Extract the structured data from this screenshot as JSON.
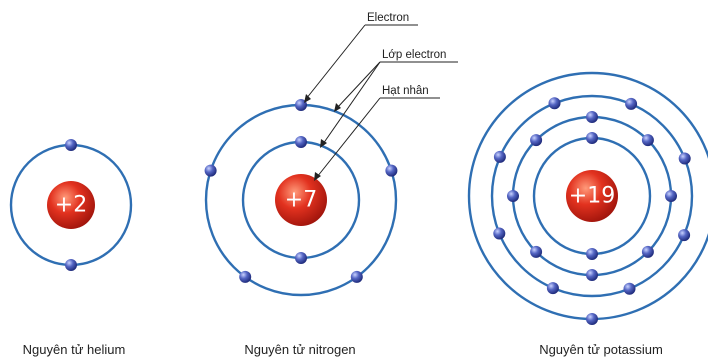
{
  "atoms": [
    {
      "charge": "+2",
      "caption": "Nguyên tử helium",
      "electrons_per_shell": [
        2
      ]
    },
    {
      "charge": "+7",
      "caption": "Nguyên tử nitrogen",
      "electrons_per_shell": [
        2,
        5
      ]
    },
    {
      "charge": "+19",
      "caption": "Nguyên tử potassium",
      "electrons_per_shell": [
        2,
        8,
        8,
        1
      ]
    }
  ],
  "labels": {
    "electron": "Electron",
    "shell": "Lớp electron",
    "nucleus": "Hạt nhân"
  },
  "colors": {
    "orbit": "#2f6fb3",
    "electron": "#4a5bb5",
    "nucleus": "#d9281c",
    "text": "#222222"
  }
}
